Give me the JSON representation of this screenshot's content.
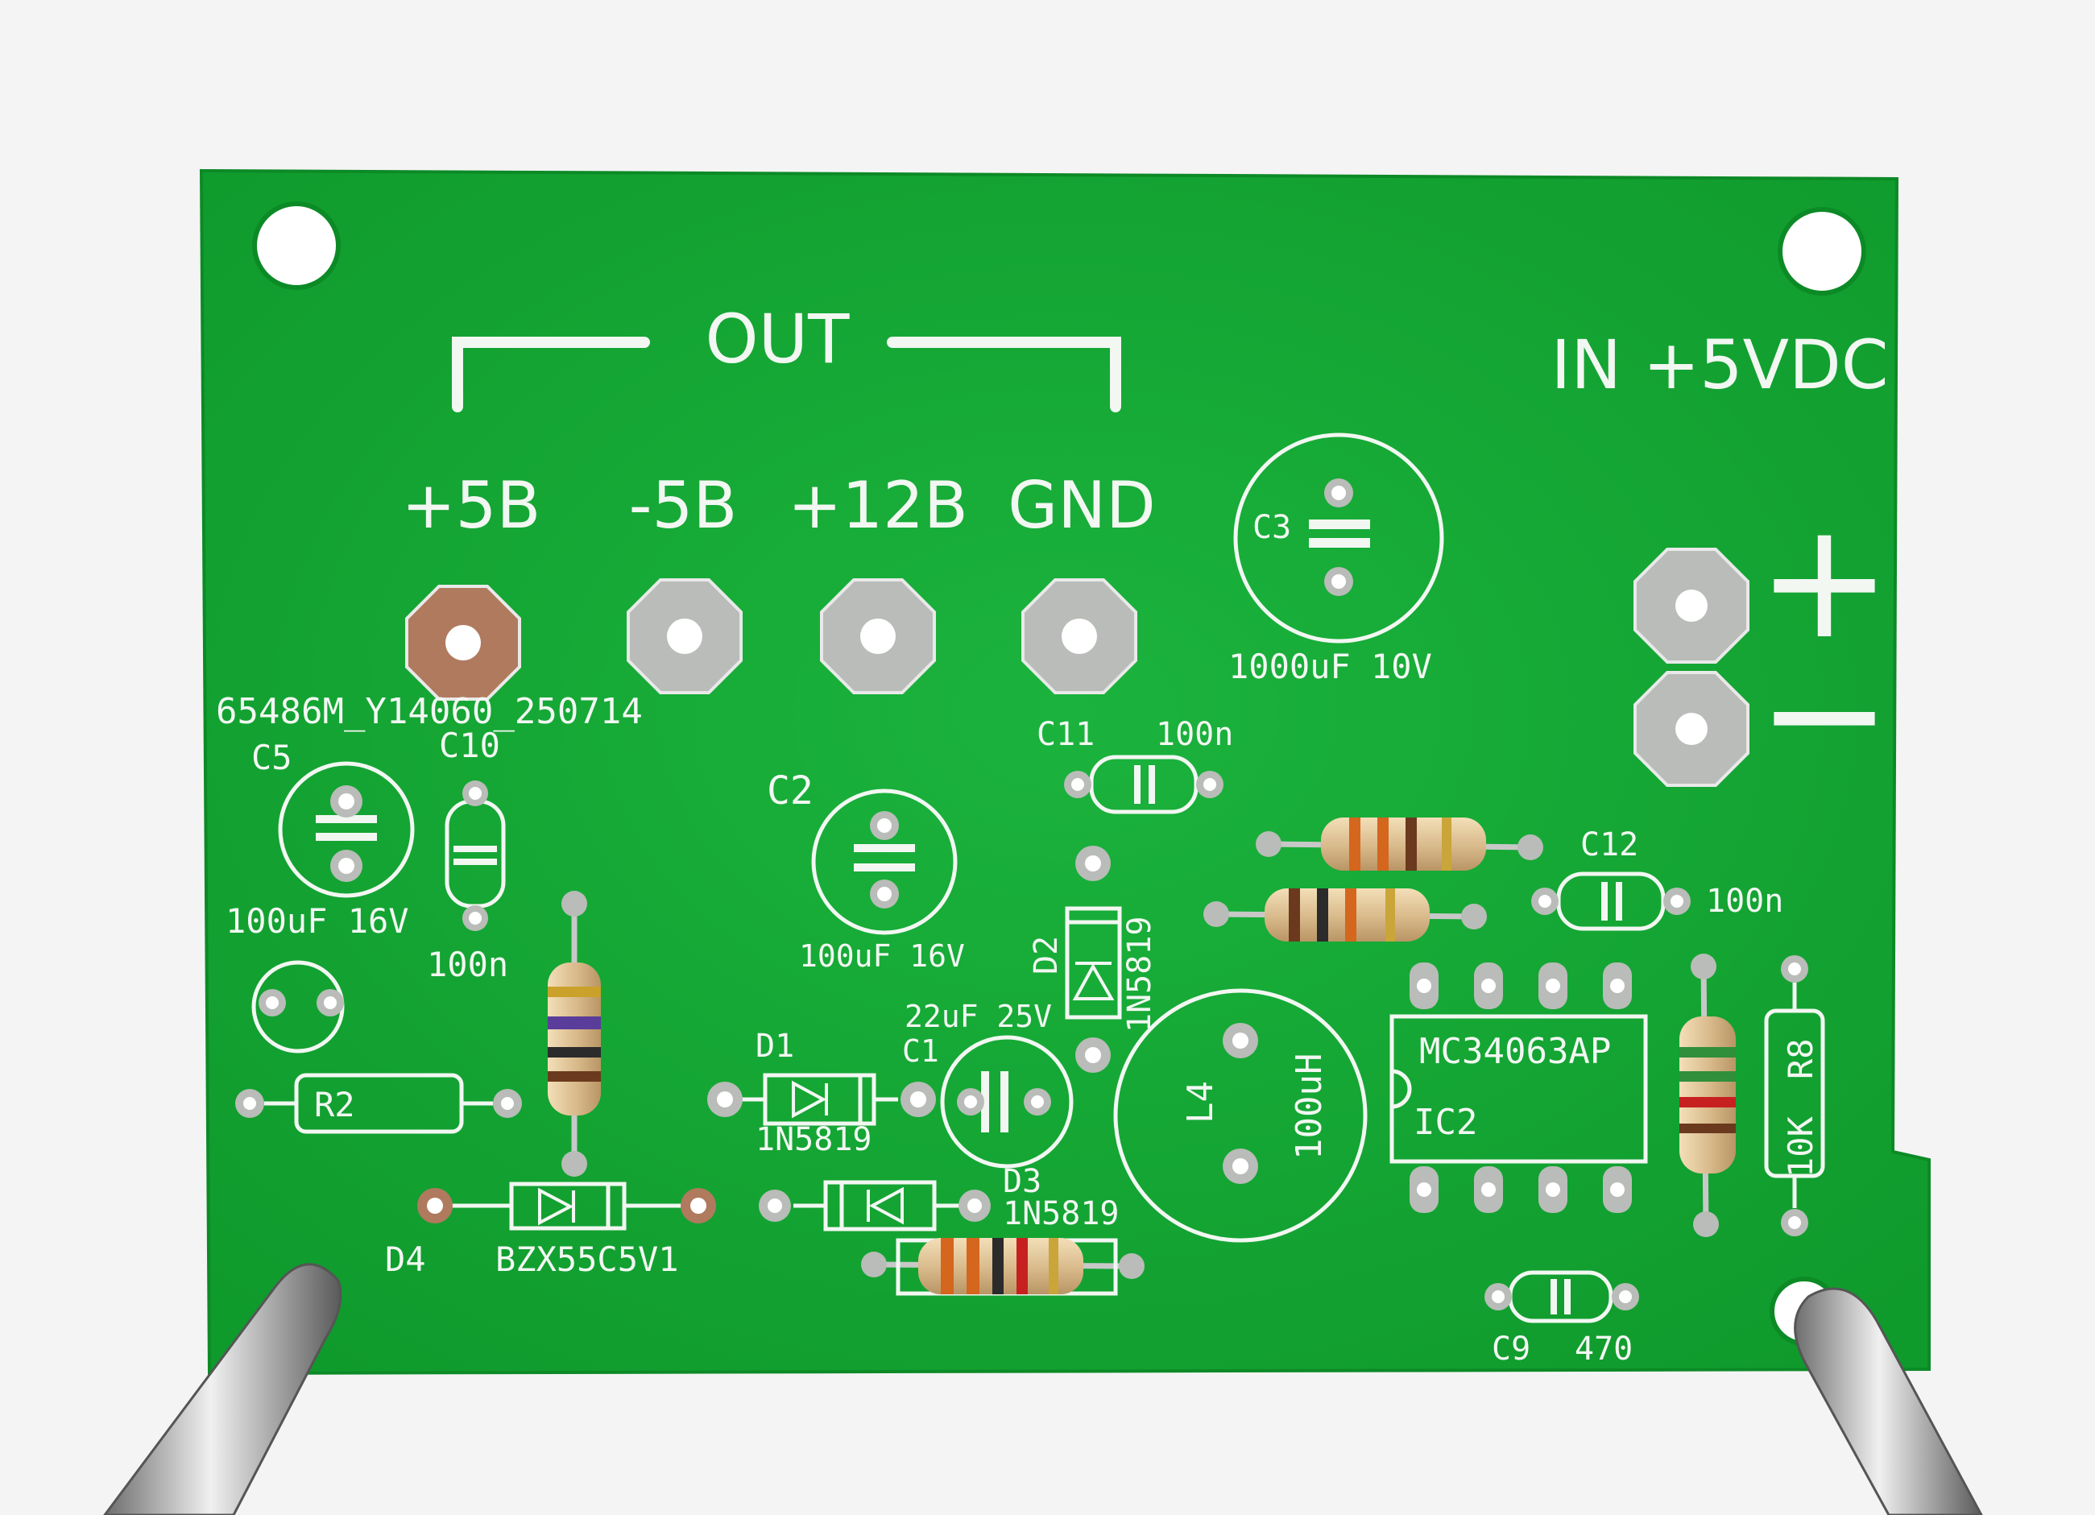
{
  "board": {
    "out_label": "OUT",
    "in_label": "IN +5VDC",
    "plus_sign": "+",
    "minus_sign": "−",
    "outputs": [
      "+5B",
      "-5B",
      "+12B",
      "GND"
    ],
    "board_id": "65486M_Y14060_250714"
  },
  "components": {
    "c3_ref": "C3",
    "c3_value": "1000uF 10V",
    "c5_ref": "C5",
    "c5_value": "100uF 16V",
    "c10_ref": "C10",
    "c10_value": "100n",
    "c2_ref": "C2",
    "c2_value": "100uF 16V",
    "c11_ref": "C11",
    "c11_value": "100n",
    "c12_ref": "C12",
    "c12_value": "100n",
    "c1_ref": "C1",
    "c1_value": "22uF 25V",
    "c9_ref": "C9",
    "c9_value": "470",
    "d1_ref": "D1",
    "d1_value": "1N5819",
    "d2_ref": "D2",
    "d2_value": "1N5819",
    "d3_ref": "D3",
    "d3_value": "1N5819",
    "d4_ref": "D4",
    "d4_value": "BZX55C5V1",
    "r2_ref": "R2",
    "r8_ref": "R8",
    "r8_value": "10K",
    "l4_ref": "L4",
    "l4_value": "100uH",
    "ic_ref": "IC2",
    "ic_part": "MC34063AP"
  },
  "colors": {
    "pcb_green": "#14a834",
    "silkscreen": "#f2f7f2",
    "pad_silver": "#b9bcb8",
    "pad_copper": "#b07a5e",
    "background": "#f4f4f4"
  }
}
